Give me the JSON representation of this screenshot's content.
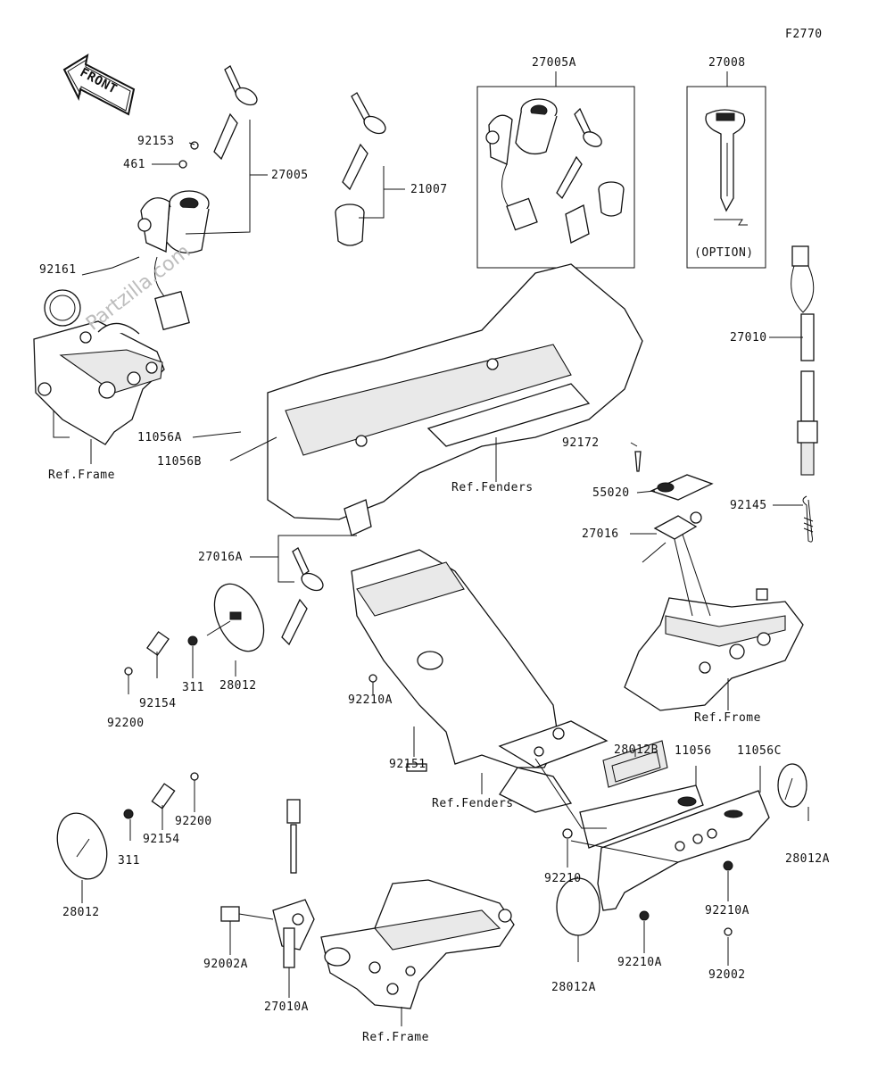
{
  "diagram_code": "F2770",
  "front_label": "FRONT",
  "watermark": "Partzilla.com",
  "labels": {
    "l27005A": "27005A",
    "l27008": "27008",
    "option": "(OPTION)",
    "l92153": "92153",
    "l461": "461",
    "l27005": "27005",
    "l21007": "21007",
    "l92161": "92161",
    "l27010": "27010",
    "l11056A": "11056A",
    "l11056B": "11056B",
    "ref_frame_1": "Ref.Frame",
    "ref_fenders_1": "Ref.Fenders",
    "l92172": "92172",
    "l55020": "55020",
    "l92145": "92145",
    "l27016": "27016",
    "l27016A": "27016A",
    "l28012_a": "28012",
    "l311_a": "311",
    "l92154_a": "92154",
    "l92200_a": "92200",
    "l92210A_a": "92210A",
    "ref_frome": "Ref.Frome",
    "l28012B": "28012B",
    "l92151": "92151",
    "l11056": "11056",
    "l11056C": "11056C",
    "ref_fenders_2": "Ref.Fenders",
    "l92200_b": "92200",
    "l92154_b": "92154",
    "l311_b": "311",
    "l28012_b": "28012",
    "l28012A_a": "28012A",
    "l92210": "92210",
    "l92210A_b": "92210A",
    "l92210A_c": "92210A",
    "l92002": "92002",
    "l28012A_b": "28012A",
    "l92002A": "92002A",
    "l27010A": "27010A",
    "ref_frame_2": "Ref.Frame"
  }
}
